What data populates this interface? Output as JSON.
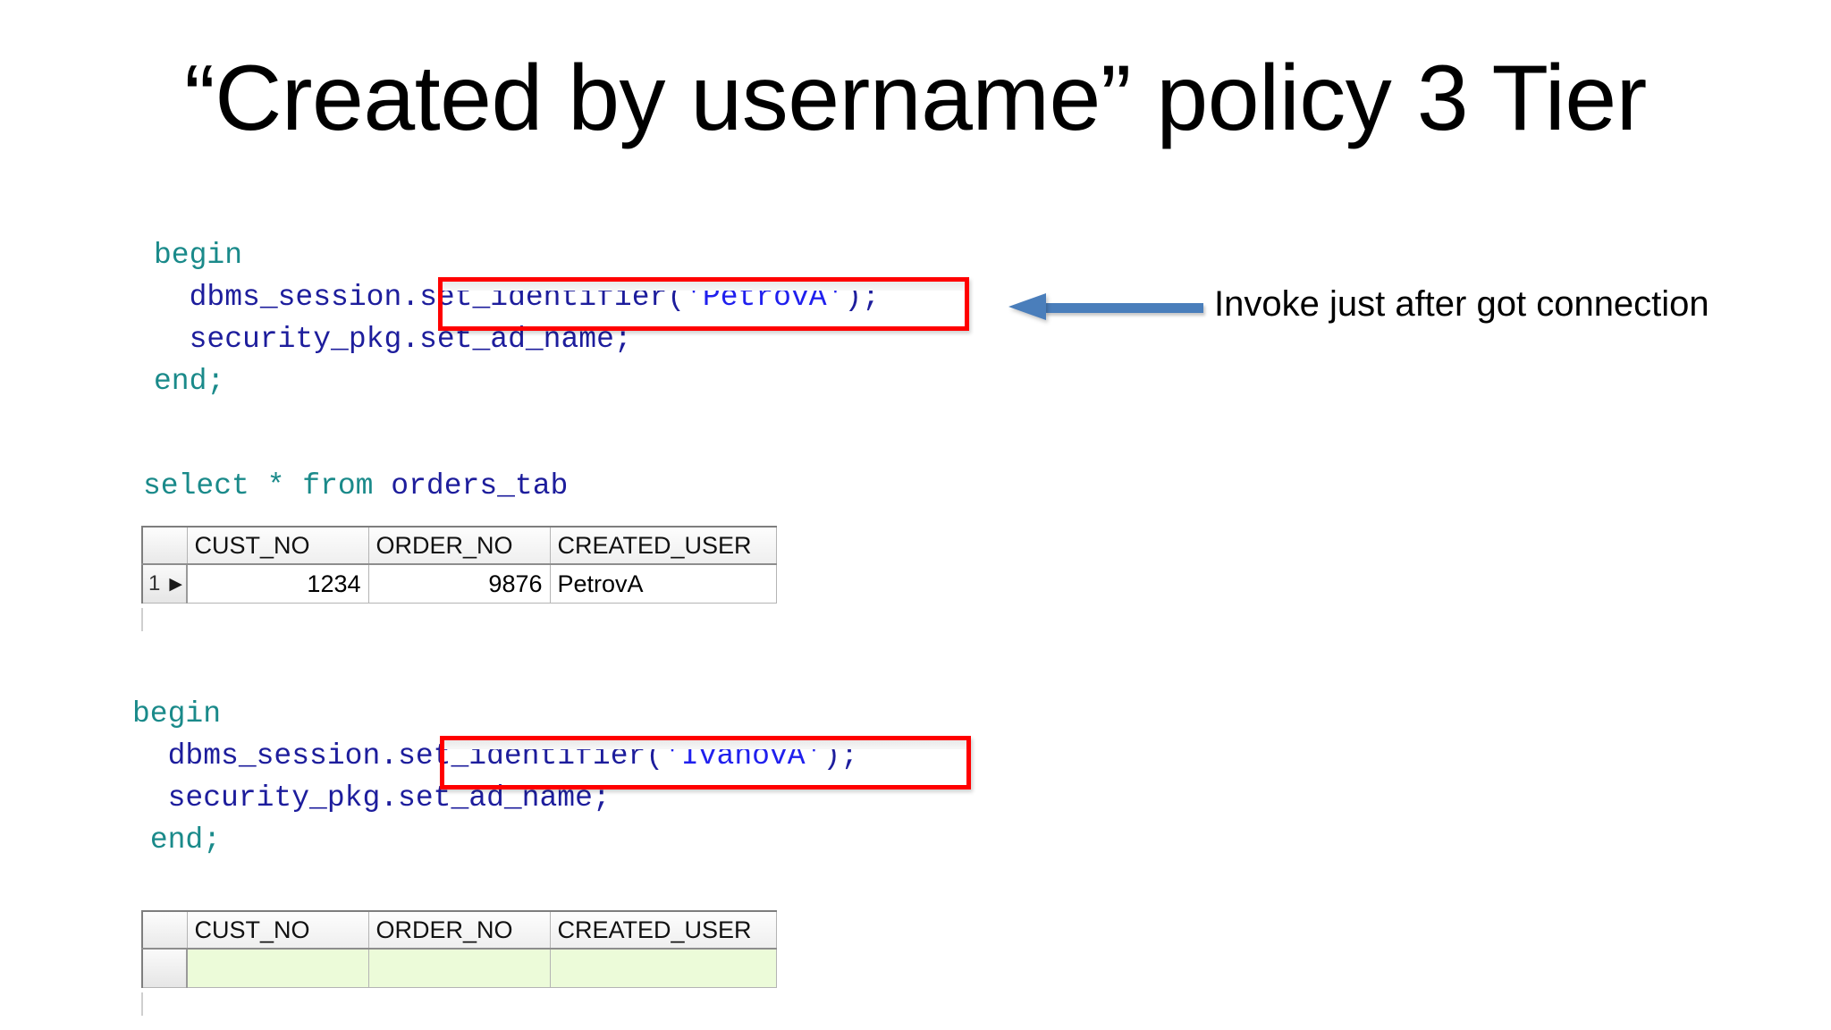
{
  "slide": {
    "title": "“Created by username” policy 3 Tier",
    "background_color": "#ffffff"
  },
  "colors": {
    "keyword": "#1a8a8a",
    "identifier": "#1d1d9c",
    "string": "#2020ee",
    "highlight_box": "#ff0000",
    "arrow": "#4a7ebb",
    "empty_row_green": "#ecfbd9",
    "grid_header_gray": "#efefef"
  },
  "code_block_1": {
    "lines": [
      {
        "indent": 0,
        "tokens": [
          {
            "text": "begin",
            "kind": "keyword"
          }
        ]
      },
      {
        "indent": 1,
        "tokens": [
          {
            "text": "dbms_session",
            "kind": "identifier"
          },
          {
            "text": ".",
            "kind": "punct"
          },
          {
            "text": "set_identifier",
            "kind": "identifier"
          },
          {
            "text": "(",
            "kind": "punct"
          },
          {
            "text": "'PetrovA'",
            "kind": "string"
          },
          {
            "text": ")",
            "kind": "punct"
          },
          {
            "text": ";",
            "kind": "punct"
          }
        ]
      },
      {
        "indent": 1,
        "tokens": [
          {
            "text": "security_pkg",
            "kind": "identifier"
          },
          {
            "text": ".",
            "kind": "punct"
          },
          {
            "text": "set_ad_name",
            "kind": "identifier"
          },
          {
            "text": ";",
            "kind": "punct"
          }
        ]
      },
      {
        "indent": 0,
        "tokens": [
          {
            "text": "end",
            "kind": "keyword"
          },
          {
            "text": ";",
            "kind": "punct"
          }
        ]
      }
    ],
    "highlighted_fragment": "set_identifier('PetrovA')"
  },
  "select_statement": {
    "keyword_select": "select",
    "star": "*",
    "keyword_from": "from",
    "table_name": "orders_tab",
    "full_text": "select * from orders_tab"
  },
  "grid_1": {
    "row_header_label": "",
    "columns": [
      "CUST_NO",
      "ORDER_NO",
      "CREATED_USER"
    ],
    "rows": [
      {
        "row_number": "1",
        "caret": "▶",
        "cells": [
          "1234",
          "9876",
          "PetrovA"
        ]
      }
    ]
  },
  "annotation": {
    "text": "Invoke just after got connection",
    "arrow_direction": "left",
    "arrow_icon": "left-arrow-icon"
  },
  "code_block_2": {
    "lines": [
      {
        "indent": 0,
        "tokens": [
          {
            "text": "begin",
            "kind": "keyword"
          }
        ]
      },
      {
        "indent": 1,
        "tokens": [
          {
            "text": "dbms_session",
            "kind": "identifier"
          },
          {
            "text": ".",
            "kind": "punct"
          },
          {
            "text": "set_identifier",
            "kind": "identifier"
          },
          {
            "text": "(",
            "kind": "punct"
          },
          {
            "text": "'IvanovA'",
            "kind": "string"
          },
          {
            "text": ")",
            "kind": "punct"
          },
          {
            "text": ";",
            "kind": "punct"
          }
        ]
      },
      {
        "indent": 1,
        "tokens": [
          {
            "text": "security_pkg",
            "kind": "identifier"
          },
          {
            "text": ".",
            "kind": "punct"
          },
          {
            "text": "set_ad_name",
            "kind": "identifier"
          },
          {
            "text": ";",
            "kind": "punct"
          }
        ]
      },
      {
        "indent": 0,
        "tokens": [
          {
            "text": "end",
            "kind": "keyword"
          },
          {
            "text": ";",
            "kind": "punct"
          }
        ]
      }
    ],
    "highlighted_fragment": "set_identifier('IvanovA')"
  },
  "grid_2": {
    "row_header_label": "",
    "columns": [
      "CUST_NO",
      "ORDER_NO",
      "CREATED_USER"
    ],
    "rows": [
      {
        "row_number": "",
        "caret": "",
        "cells": [
          "",
          "",
          ""
        ]
      }
    ]
  },
  "code_text": {
    "block1_line1": "begin",
    "block1_line2_prefix": "dbms_session.",
    "block1_line2_call": "set_identifier",
    "block1_line2_open": "(",
    "block1_line2_str": "'PetrovA'",
    "block1_line2_close": ")",
    "block1_line2_semi": ";",
    "block1_line3": "security_pkg.set_ad_name;",
    "block1_line4": "end;",
    "block2_line1": "begin",
    "block2_line2_prefix": "dbms_session.",
    "block2_line2_call": "set_identifier",
    "block2_line2_open": "(",
    "block2_line2_str": "'IvanovA'",
    "block2_line2_close": ")",
    "block2_line2_semi": ";",
    "block2_line3": "security_pkg.set_ad_name;",
    "block2_line4": "end;"
  }
}
